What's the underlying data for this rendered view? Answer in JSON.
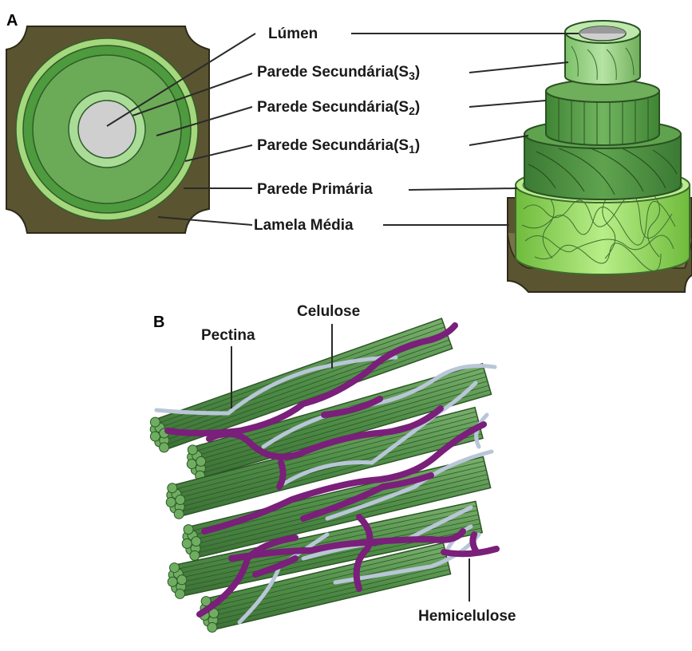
{
  "panel_a": {
    "panel_label": "A",
    "labels": {
      "lumen": "Lúmen",
      "s3_base": "Parede Secundária(S",
      "s3_sub": "3",
      "s2_base": "Parede Secundária(S",
      "s2_sub": "2",
      "s1_base": "Parede Secundária(S",
      "s1_sub": "1",
      "close_paren": ")",
      "primary_wall": "Parede Primária",
      "middle_lamella": "Lamela Média"
    }
  },
  "panel_b": {
    "panel_label": "B",
    "labels": {
      "cellulose": "Celulose",
      "pectin": "Pectina",
      "hemicellulose": "Hemicelulose"
    }
  },
  "colors": {
    "lamella": "#5b5431",
    "primary_wall": "#9ed47c",
    "s1": "#4e9a3e",
    "s2": "#6fae5a",
    "s3": "#a9dc97",
    "lumen": "#cfcfcf",
    "fiber": "#5e9a55",
    "pectin": "#7a1f7a",
    "hemicellulose": "#b9c6d8"
  }
}
